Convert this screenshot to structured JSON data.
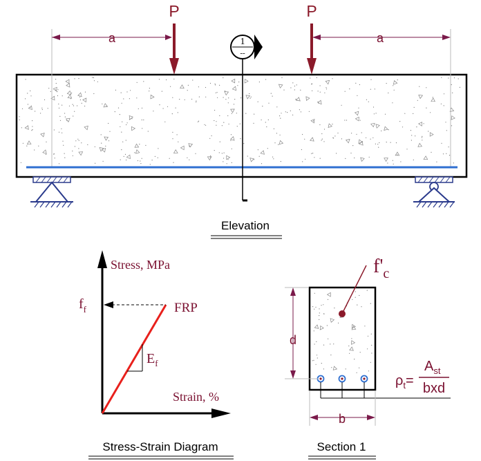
{
  "elevation": {
    "load_label_left": "P",
    "load_label_right": "P",
    "dim_left": "a",
    "dim_right": "a",
    "section_marker_number": "1",
    "section_marker_sub": "--",
    "title": "Elevation"
  },
  "stress_strain": {
    "y_axis_label": "Stress, MPa",
    "x_axis_label": "Strain, %",
    "ff_main": "f",
    "ff_sub": "f",
    "material_label": "FRP",
    "modulus_main": "E",
    "modulus_sub": "f",
    "title": "Stress-Strain Diagram"
  },
  "section": {
    "fc_main": "f",
    "fc_prime": "'",
    "fc_sub": "c",
    "depth_label": "d",
    "width_label": "b",
    "rho_main": "ρ",
    "rho_sub": "t",
    "rho_eq": "=",
    "ast_main": "A",
    "ast_sub": "st",
    "denominator": "bxd",
    "title": "Section 1"
  },
  "colors": {
    "load": "#8b1a2a",
    "dimension": "#7a1a4a",
    "support": "#2a3a8c",
    "rebar": "#2f6fd0",
    "frp_line": "#e8201c",
    "label_text": "#7a1030"
  }
}
